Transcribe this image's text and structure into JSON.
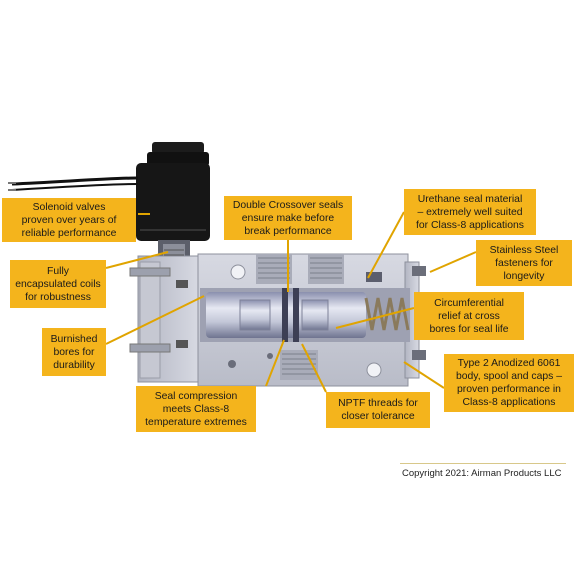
{
  "colors": {
    "callout": "#f4b41c",
    "leader": "#e0a400",
    "body": "#c9ccd6",
    "body_dark": "#8d909c"
  },
  "callouts": {
    "solenoid": "Solenoid valves\nproven over years of\nreliable performance",
    "coils": "Fully\nencapsulated coils\nfor robustness",
    "bores": "Burnished\nbores for\ndurability",
    "crossover": "Double Crossover seals\nensure make before\nbreak performance",
    "urethane": "Urethane seal material\n– extremely well suited\nfor Class-8 applications",
    "fasteners": "Stainless Steel\nfasteners for\nlongevity",
    "relief": "Circumferential\nrelief at cross\nbores for seal life",
    "anodized": "Type 2 Anodized 6061\nbody, spool and caps –\nproven performance in\nClass-8 applications",
    "compression": "Seal compression\nmeets Class-8\ntemperature extremes",
    "nptf": "NPTF threads for\ncloser tolerance"
  },
  "copyright": "Copyright 2021: Airman Products LLC"
}
